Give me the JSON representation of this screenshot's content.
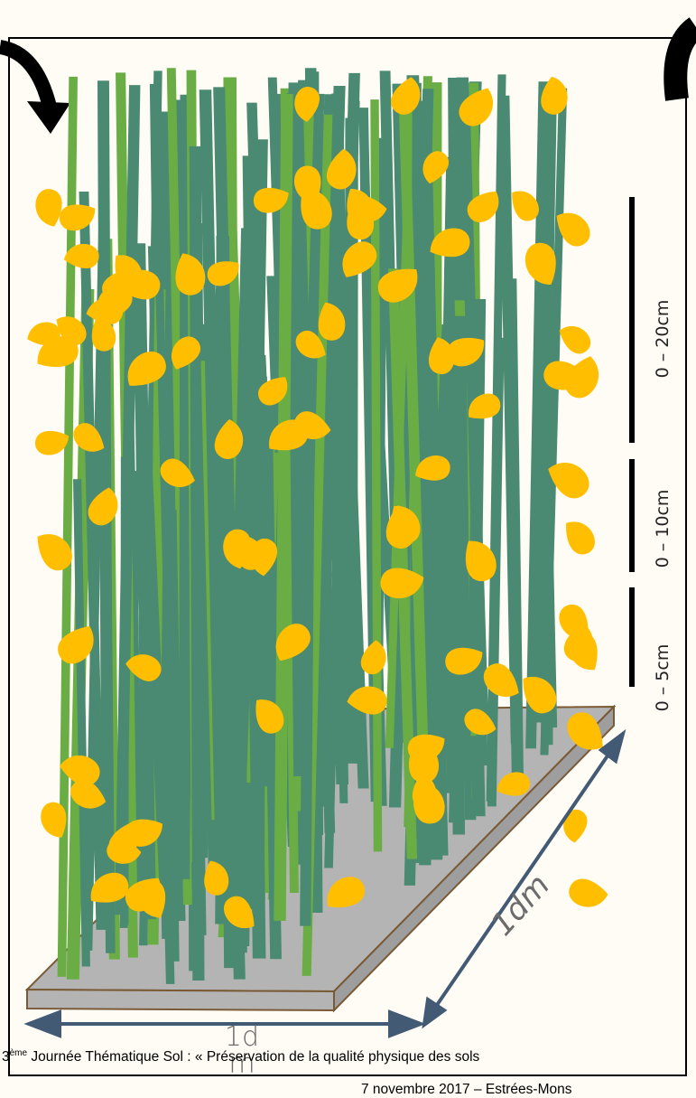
{
  "scale_labels": {
    "top": "0 – 20cm",
    "middle": "0 – 10cm",
    "bottom": "0 – 5cm"
  },
  "dimensions": {
    "depth": "1dm",
    "width": "1d\nm"
  },
  "footer": {
    "event_ordinal": "3",
    "event_ordinal_sup": "ème",
    "event_text": " Journée Thématique Sol : « Préservation de la qualité physique des sols",
    "date_place": "7 novembre 2017 – Estrées-Mons"
  },
  "colors": {
    "background": "#fffcf5",
    "grass_dark": "#4a8a72",
    "grass_light": "#6aad45",
    "flower": "#ffbf00",
    "soil_plate": "#b4b4b4",
    "plate_edge": "#7a5a36",
    "dimension_arrow": "#425a74",
    "scale_bar": "#000000"
  },
  "icons": {
    "left_arrow": "curved-arrow-down-icon",
    "right_arrow": "curved-arrow-icon"
  }
}
